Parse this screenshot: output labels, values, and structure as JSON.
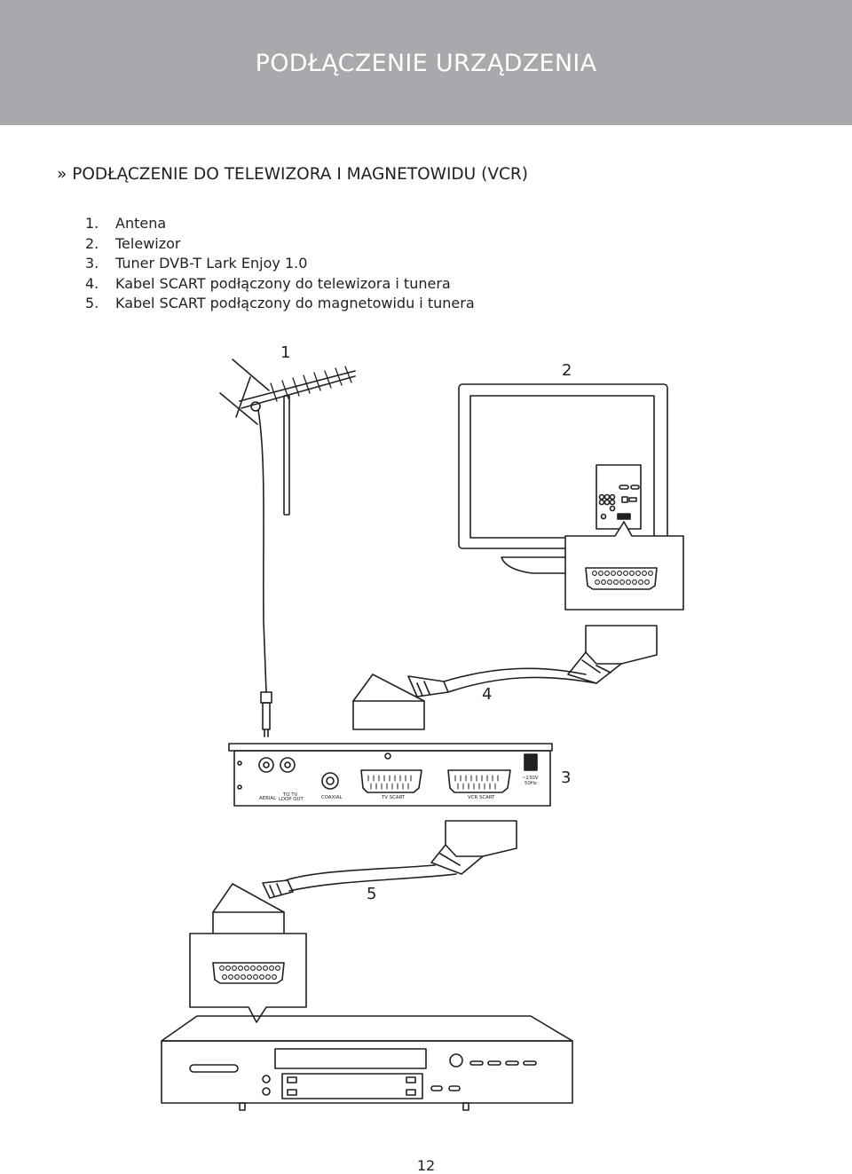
{
  "header": {
    "title": "PODŁĄCZENIE URZĄDZENIA"
  },
  "section": {
    "heading": "» PODŁĄCZENIE DO TELEWIZORA I MAGNETOWIDU (VCR)"
  },
  "items": [
    {
      "num": "1.",
      "text": "Antena"
    },
    {
      "num": "2.",
      "text": "Telewizor"
    },
    {
      "num": "3.",
      "text": "Tuner DVB-T Lark Enjoy 1.0"
    },
    {
      "num": "4.",
      "text": "Kabel SCART podłączony do telewizora i tunera"
    },
    {
      "num": "5.",
      "text": "Kabel SCART podłączony do magnetowidu i tunera"
    }
  ],
  "diagram": {
    "callouts": {
      "antenna": "1",
      "tv": "2",
      "tuner": "3",
      "cable_tv": "4",
      "cable_vcr": "5"
    },
    "tuner_labels": {
      "aerial": "AERIAL",
      "to_tv_1": "TO TV",
      "to_tv_2": "LOOP OUT",
      "coaxial": "COAXIAL",
      "tv_scart": "TV SCART",
      "vcr_scart": "VCR SCART",
      "power_1": "~230V",
      "power_2": "50Hz"
    }
  },
  "footer": {
    "page_number": "12"
  }
}
